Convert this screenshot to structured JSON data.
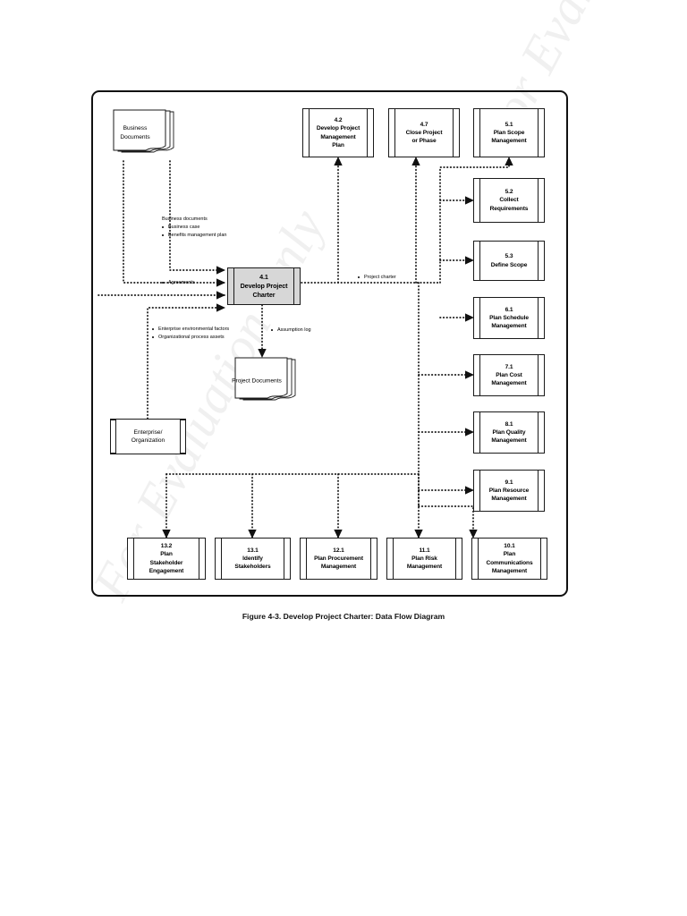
{
  "figure": {
    "caption": "Figure 4-3. Develop Project Charter: Data Flow Diagram",
    "watermark": "For Evaluation Only"
  },
  "central_process": {
    "id": "4.1",
    "line1": "Develop Project",
    "line2": "Charter"
  },
  "inputs": {
    "business_documents_store": "Business Documents",
    "enterprise_organization": "Enterprise/\nOrganization",
    "entity_line1": "Enterprise/",
    "entity_line2": "Organization"
  },
  "outputs": {
    "project_documents_store": "Project Documents"
  },
  "flow_labels": {
    "business_documents": {
      "title": "Business documents",
      "bullets": [
        "Business case",
        "Benefits management plan"
      ]
    },
    "agreements": {
      "bullets": [
        "Agreements"
      ]
    },
    "enterprise_factors": {
      "bullets": [
        "Enterprise environmental factors",
        "Organizational process assets"
      ]
    },
    "project_charter": {
      "bullets": [
        "Project charter"
      ]
    },
    "assumption_log": {
      "bullets": [
        "Assumption log"
      ]
    }
  },
  "processes": {
    "top": [
      {
        "id": "4.2",
        "lines": [
          "Develop Project",
          "Management",
          "Plan"
        ]
      },
      {
        "id": "4.7",
        "lines": [
          "Close Project",
          "or Phase"
        ]
      },
      {
        "id": "5.1",
        "lines": [
          "Plan Scope",
          "Management"
        ]
      }
    ],
    "right": [
      {
        "id": "5.2",
        "lines": [
          "Collect",
          "Requirements"
        ]
      },
      {
        "id": "5.3",
        "lines": [
          "Define Scope"
        ]
      },
      {
        "id": "6.1",
        "lines": [
          "Plan Schedule",
          "Management"
        ]
      },
      {
        "id": "7.1",
        "lines": [
          "Plan Cost",
          "Management"
        ]
      },
      {
        "id": "8.1",
        "lines": [
          "Plan Quality",
          "Management"
        ]
      },
      {
        "id": "9.1",
        "lines": [
          "Plan Resource",
          "Management"
        ]
      }
    ],
    "bottom": [
      {
        "id": "13.2",
        "lines": [
          "Plan",
          "Stakeholder",
          "Engagement"
        ]
      },
      {
        "id": "13.1",
        "lines": [
          "Identify",
          "Stakeholders"
        ]
      },
      {
        "id": "12.1",
        "lines": [
          "Plan Procurement",
          "Management"
        ]
      },
      {
        "id": "11.1",
        "lines": [
          "Plan Risk",
          "Management"
        ]
      },
      {
        "id": "10.1",
        "lines": [
          "Plan",
          "Communications",
          "Management"
        ]
      }
    ]
  },
  "colors": {
    "shaded_process_fill": "#d7d7d7",
    "line": "#111111",
    "frame": "#111111",
    "text": "#000000"
  }
}
